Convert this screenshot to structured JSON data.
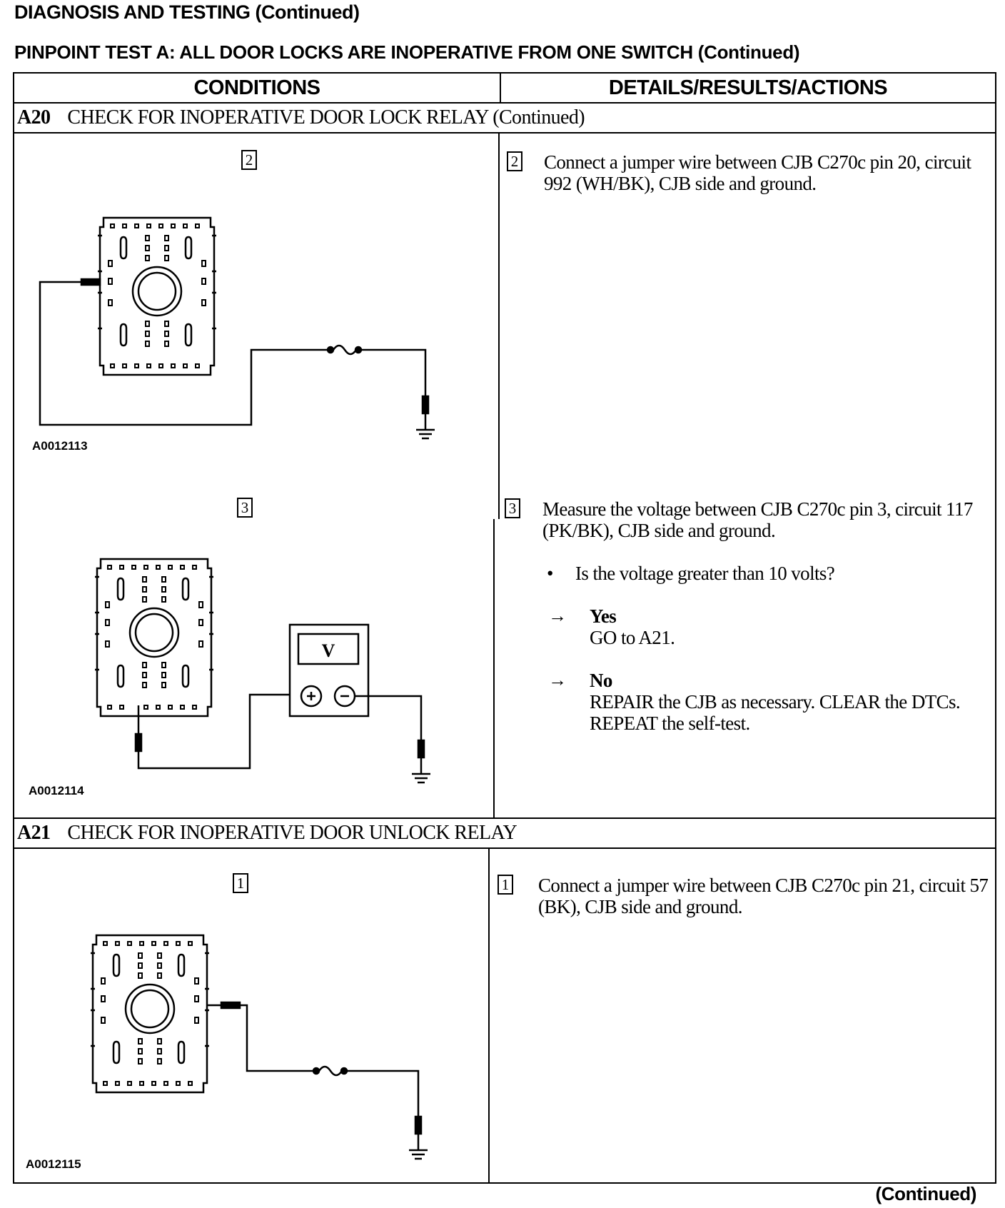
{
  "header": "DIAGNOSIS AND TESTING (Continued)",
  "test_title": "PINPOINT TEST A: ALL DOOR LOCKS ARE INOPERATIVE FROM ONE SWITCH (Continued)",
  "columns": {
    "conditions": "CONDITIONS",
    "details": "DETAILS/RESULTS/ACTIONS"
  },
  "steps": [
    {
      "code": "A20",
      "title": "CHECK FOR INOPERATIVE DOOR LOCK RELAY (Continued)",
      "substeps": [
        {
          "number": "2",
          "figure_id": "A0012113",
          "text": "Connect a jumper wire between CJB C270c pin 20, circuit 992 (WH/BK), CJB side and ground."
        },
        {
          "number": "3",
          "figure_id": "A0012114",
          "meter_label": "V",
          "text": "Measure the voltage between CJB C270c pin 3, circuit 117 (PK/BK), CJB side and ground.",
          "question": "Is the voltage greater than 10 volts?",
          "yes_label": "Yes",
          "yes_action": "GO to A21.",
          "no_label": "No",
          "no_action": "REPAIR the CJB as necessary. CLEAR the DTCs. REPEAT the self-test."
        }
      ]
    },
    {
      "code": "A21",
      "title": "CHECK FOR INOPERATIVE DOOR UNLOCK RELAY",
      "substeps": [
        {
          "number": "1",
          "figure_id": "A0012115",
          "text": "Connect a jumper wire between CJB C270c pin 21, circuit 57 (BK), CJB side and ground."
        }
      ]
    }
  ],
  "footer": "(Continued)",
  "symbols": {
    "bullet": "•",
    "arrow": "→"
  }
}
